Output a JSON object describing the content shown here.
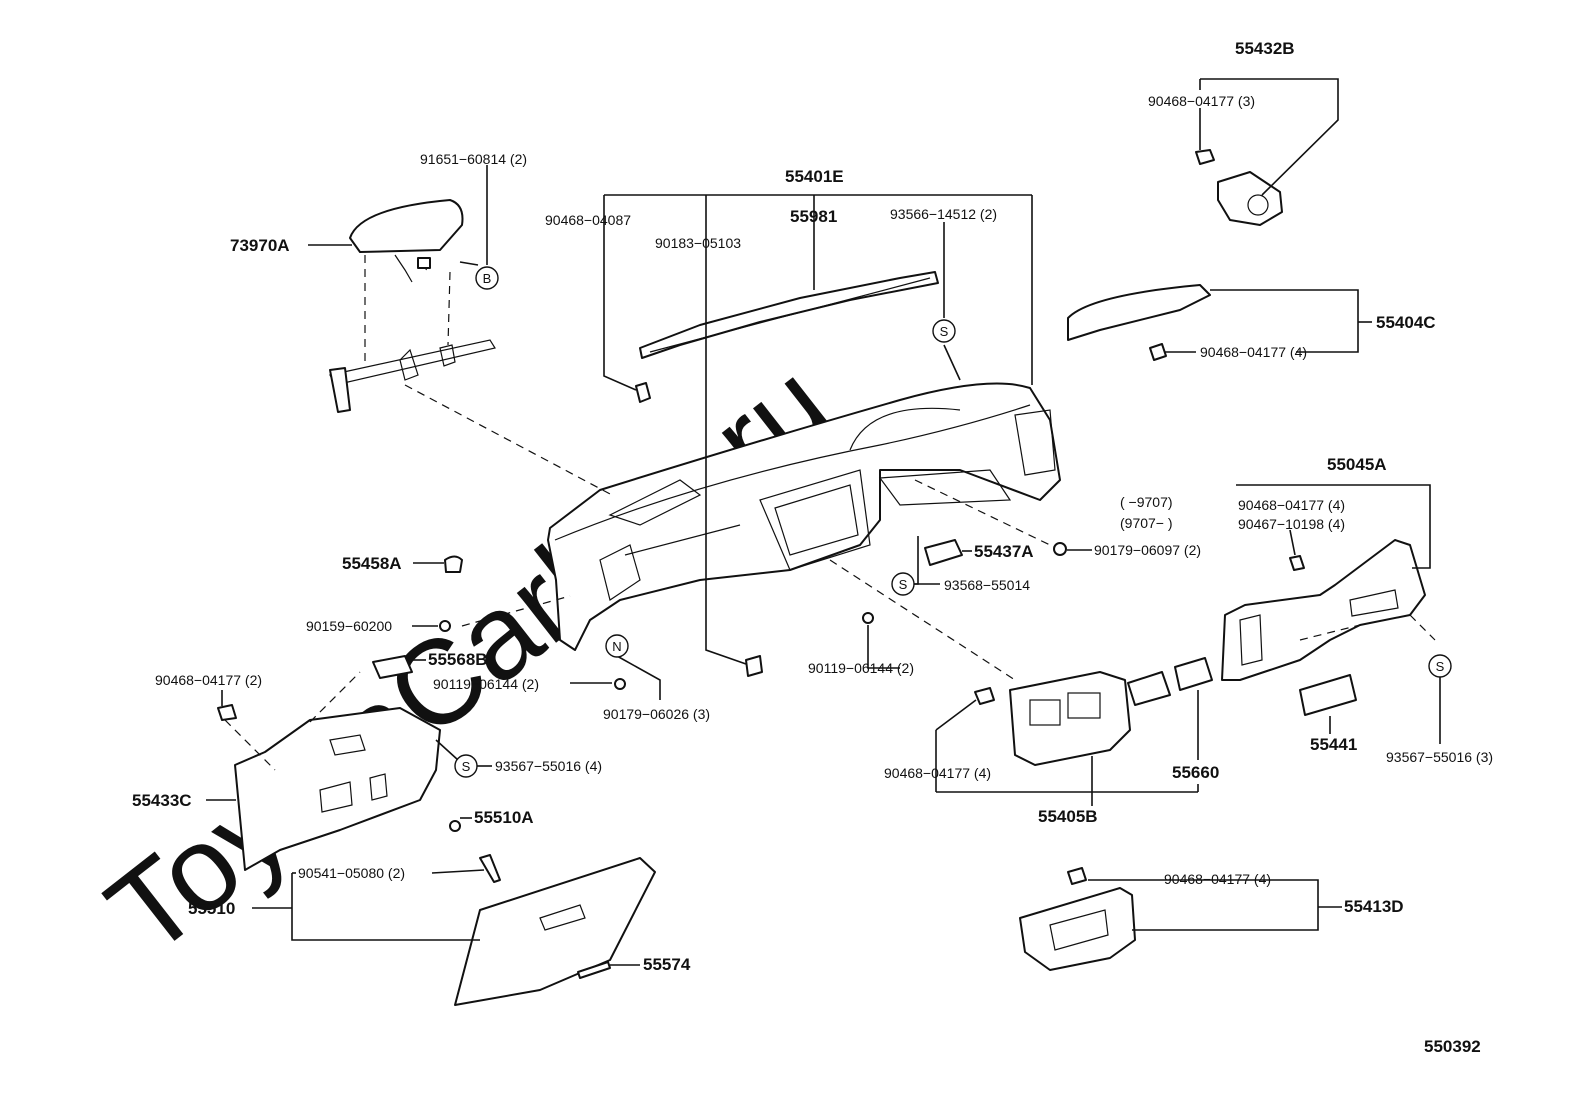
{
  "diagram": {
    "watermark": "ToyotaCarline.ru",
    "figure_number": "550392",
    "labels": {
      "p55432B": "55432B",
      "p90468_04177_3": "90468−04177 (3)",
      "p91651_60814": "91651−60814 (2)",
      "p55401E": "55401E",
      "p90468_04087": "90468−04087",
      "p55981": "55981",
      "p93566_14512": "93566−14512 (2)",
      "p90183_05103": "90183−05103",
      "p73970A": "73970A",
      "p55404C": "55404C",
      "p90468_04177_4a": "90468−04177 (4)",
      "p55045A": "55045A",
      "p9707a": "(        −9707)",
      "p9707b": "(9707−        )",
      "p90468_04177_4b": "90468−04177 (4)",
      "p90467_10198": "90467−10198 (4)",
      "p55437A": "55437A",
      "p90179_06097": "90179−06097 (2)",
      "p93568_55014": "93568−55014",
      "p55458A": "55458A",
      "p90159_60200": "90159−60200",
      "p55568B": "55568B",
      "p90468_04177_2": "90468−04177 (2)",
      "p90119_06144_2a": "90119−06144 (2)",
      "p90119_06144_2b": "90119−06144 (2)",
      "p90179_06026": "90179−06026 (3)",
      "p93567_55016_4": "93567−55016 (4)",
      "p55433C": "55433C",
      "p55510A": "55510A",
      "p90541_05080": "90541−05080 (2)",
      "p55510": "55510",
      "p55574": "55574",
      "p90468_04177_4c": "90468−04177 (4)",
      "p55660": "55660",
      "p55405B": "55405B",
      "p55441": "55441",
      "p93567_55016_3": "93567−55016 (3)",
      "p90468_04177_4d": "90468−04177 (4)",
      "p55413D": "55413D"
    },
    "symbols": {
      "s": "S",
      "b": "B",
      "n": "N"
    }
  }
}
